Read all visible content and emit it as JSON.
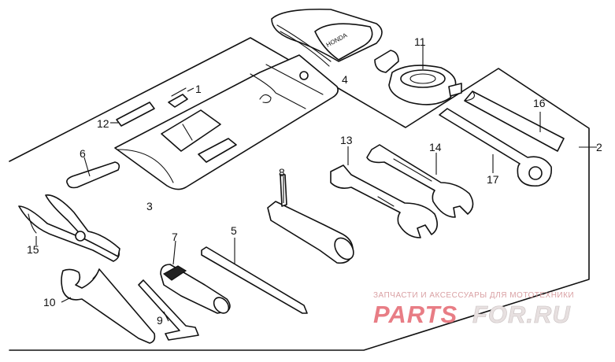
{
  "callouts": {
    "c1": "1",
    "c2": "2",
    "c3": "3",
    "c4": "4",
    "c5": "5",
    "c6": "6",
    "c7": "7",
    "c8": "8",
    "c9": "9",
    "c10": "10",
    "c11": "11",
    "c12": "12",
    "c13": "13",
    "c14": "14",
    "c15": "15",
    "c16": "16",
    "c17": "17"
  },
  "pouch_logo": "HONDA",
  "watermark": {
    "tagline": "ЗАПЧАСТИ И АКСЕССУАРЫ ДЛЯ МОТОТЕХНИКИ",
    "brand_left": "PARTS",
    "brand_right": "FOR.RU",
    "tagline_color": "#d9a0a3",
    "brand_left_color": "#e87d85",
    "brand_right_color": "#e7e0e0"
  }
}
